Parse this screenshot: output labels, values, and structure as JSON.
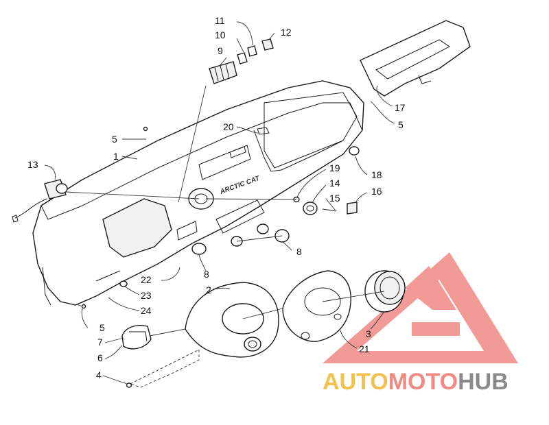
{
  "diagram": {
    "brand_lettering": "ARCTIC CAT",
    "callouts": [
      {
        "id": "c1",
        "label": "1"
      },
      {
        "id": "c2",
        "label": "2"
      },
      {
        "id": "c3",
        "label": "3"
      },
      {
        "id": "c4",
        "label": "4"
      },
      {
        "id": "c5a",
        "label": "5"
      },
      {
        "id": "c5b",
        "label": "5"
      },
      {
        "id": "c5c",
        "label": "5"
      },
      {
        "id": "c6",
        "label": "6"
      },
      {
        "id": "c7",
        "label": "7"
      },
      {
        "id": "c8a",
        "label": "8"
      },
      {
        "id": "c8b",
        "label": "8"
      },
      {
        "id": "c9",
        "label": "9"
      },
      {
        "id": "c10",
        "label": "10"
      },
      {
        "id": "c11",
        "label": "11"
      },
      {
        "id": "c12",
        "label": "12"
      },
      {
        "id": "c13",
        "label": "13"
      },
      {
        "id": "c14",
        "label": "14"
      },
      {
        "id": "c15",
        "label": "15"
      },
      {
        "id": "c16",
        "label": "16"
      },
      {
        "id": "c17",
        "label": "17"
      },
      {
        "id": "c18",
        "label": "18"
      },
      {
        "id": "c19",
        "label": "19"
      },
      {
        "id": "c20",
        "label": "20"
      },
      {
        "id": "c21",
        "label": "21"
      },
      {
        "id": "c22",
        "label": "22"
      },
      {
        "id": "c23",
        "label": "23"
      },
      {
        "id": "c24",
        "label": "24"
      }
    ]
  },
  "watermark": {
    "part1": "AUTO",
    "part2": "MOTO",
    "part3": "HUB",
    "color_gold": "#f2c14e",
    "color_red": "#f08a84",
    "color_gray": "#8a8a8a"
  }
}
